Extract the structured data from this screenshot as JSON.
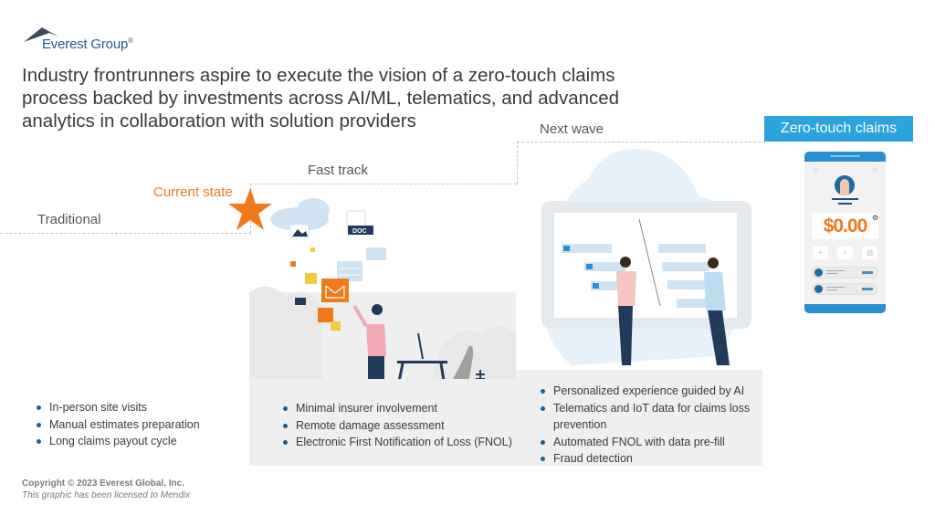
{
  "brand": {
    "name": "Everest Group",
    "mark": "®"
  },
  "title": "Industry frontrunners aspire to execute the vision of a zero-touch claims process backed by investments across AI/ML, telematics, and advanced analytics in collaboration with solution providers",
  "stages": [
    {
      "label": "Traditional"
    },
    {
      "label": "Current state"
    },
    {
      "label": "Fast track"
    },
    {
      "label": "Next wave"
    },
    {
      "label": "Zero-touch claims"
    }
  ],
  "bullets": {
    "traditional": [
      "In-person site visits",
      "Manual estimates preparation",
      "Long claims payout cycle"
    ],
    "fast_track": [
      "Minimal insurer involvement",
      "Remote damage assessment",
      "Electronic First Notification of Loss (FNOL)"
    ],
    "next_wave": [
      "Personalized experience guided by AI",
      "Telematics and IoT data for claims loss prevention",
      "Automated FNOL with data pre-fill",
      "Fraud detection"
    ]
  },
  "phone": {
    "amount": "$0.00"
  },
  "doc_label": "DOC",
  "footer": {
    "copyright": "Copyright © 2023 Everest Global, Inc.",
    "license": "This graphic has been licensed to Mendix"
  },
  "colors": {
    "accent_orange": "#f07a1a",
    "accent_blue": "#2ca3dd",
    "navy": "#1f3a5a",
    "panel_grey": "#efefef"
  }
}
